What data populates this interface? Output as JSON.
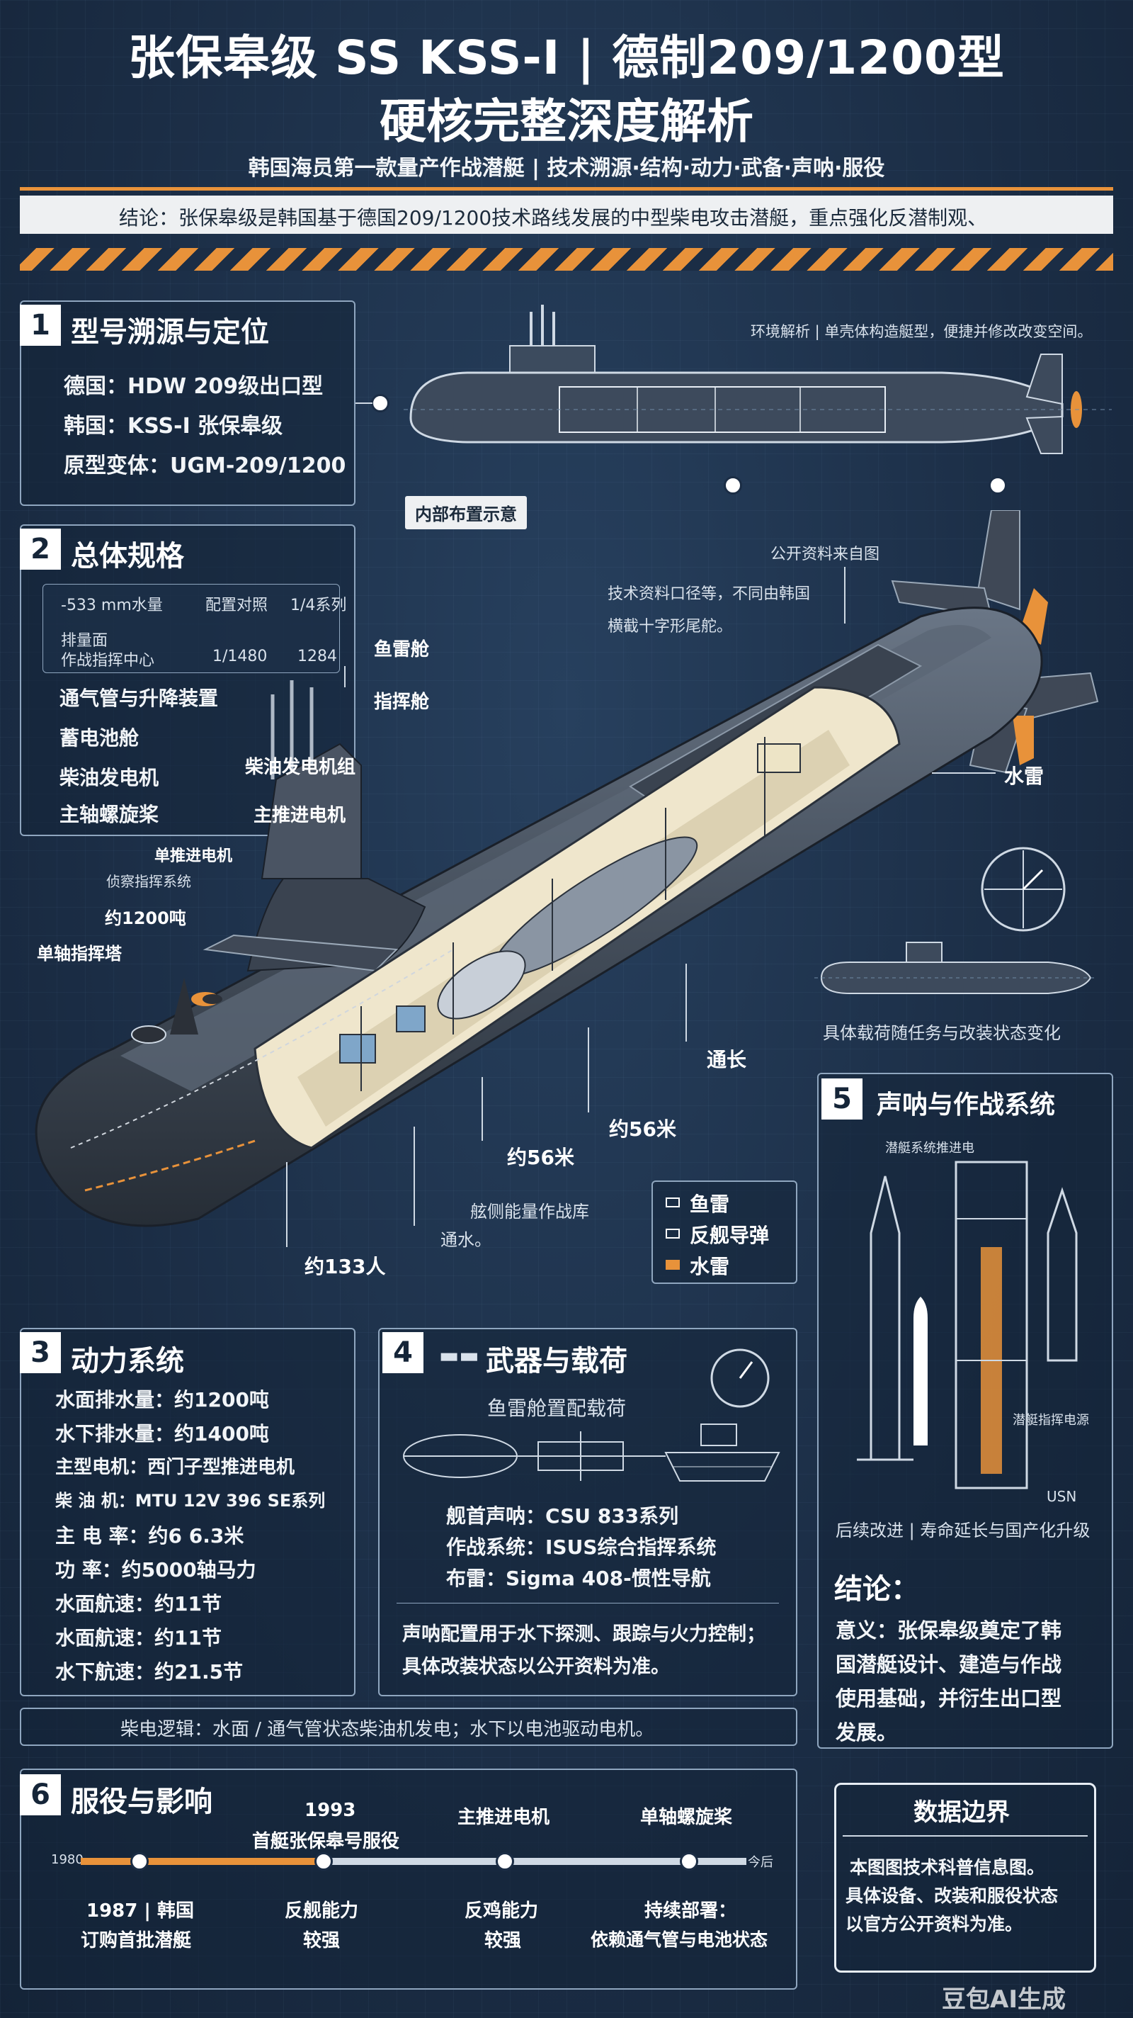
{
  "header": {
    "title_line1": "张保皋级 SS KSS-I | 德制209/1200型",
    "title_line2": "硬核完整深度解析",
    "subtitle": "韩国海员第一款量产作战潜艇 | 技术溯源·结构·动力·武备·声呐·服役",
    "conclusion": "结论：张保皋级是韩国基于德国209/1200技术路线发展的中型柴电攻击潜艇，重点强化反潜制观、"
  },
  "section1": {
    "num": "1",
    "title": "型号溯源与定位",
    "items": [
      "德国：HDW 209级出口型",
      "韩国：KSS-I 张保皋级",
      "原型变体：UGM-209/1200"
    ]
  },
  "top_sub": {
    "caption": "环境解析 | 单壳体构造艇型，便捷并修改改变空间。",
    "tag": "内部布置示意"
  },
  "section2": {
    "num": "2",
    "title": "总体规格",
    "table_row1": [
      "-533 mm水量",
      "配置对照",
      "1/4系列"
    ],
    "table_row2": [
      "排量面",
      "作战指挥中心",
      "1/1480",
      "1284"
    ],
    "items": [
      "通气管与升降装置",
      "蓄电池舱",
      "柴油发电机",
      "主轴螺旋桨"
    ]
  },
  "cutaway_labels": {
    "torpedo_room": "鱼雷舱",
    "command_room": "指挥舱",
    "diesel_gen": "柴油发电机组",
    "main_motor": "主推进电机",
    "single_motor": "单推进电机",
    "sonar_label": "侦察指挥系统",
    "about_1200": "约1200吨",
    "single_axis": "单轴指挥塔",
    "public_source": "公开资料来自图",
    "tech_note": "技术资料口径等，不同由韩国",
    "cross_section": "横截十字形尾舵。",
    "mine": "水雷",
    "length_label": "通长",
    "about_56a": "约56米",
    "about_56b": "约56米",
    "depth_label": "舷侧能量作战库",
    "width_label": "通水。",
    "about_133": "约133人",
    "mission_caption": "具体载荷随任务与改装状态变化"
  },
  "legend": {
    "items": [
      "鱼雷",
      "反舰导弹",
      "水雷"
    ],
    "colors": [
      "#ffffff",
      "#ffffff",
      "#e8923a"
    ]
  },
  "section3": {
    "num": "3",
    "title": "动力系统",
    "items": [
      "水面排水量：约1200吨",
      "水下排水量：约1400吨",
      "主型电机：西门子型推进电机",
      "柴  油  机：MTU 12V 396 SE系列",
      "主  电  率：约6 6.3米",
      "功    率：约5000轴马力",
      "水面航速：约11节",
      "水面航速：约11节",
      "水下航速：约21.5节"
    ]
  },
  "section4": {
    "num": "4",
    "title": "武器与载荷",
    "subhead": "鱼雷舱置配载荷",
    "items": [
      "舰首声呐：CSU 833系列",
      "作战系统：ISUS综合指挥系统",
      "布雷：Sigma 408-惯性导航"
    ],
    "note_line1": "声呐配置用于水下探测、跟踪与火力控制；",
    "note_line2": "具体改装状态以公开资料为准。"
  },
  "diesel_note": "柴电逻辑：水面 / 通气管状态柴油机发电；水下以电池驱动电机。",
  "section5": {
    "num": "5",
    "title": "声呐与作战系统",
    "caption_top": "潜艇系统推进电",
    "caption_side": "潜艇指挥电源",
    "caption_small": "USN",
    "caption_bottom": "后续改进 | 寿命延长与国产化升级",
    "conclusion_title": "结论：",
    "conclusion_text": [
      "意义：张保皋级奠定了韩",
      "国潜艇设计、建造与作战",
      "使用基础，并衍生出口型",
      "发展。"
    ]
  },
  "section6": {
    "num": "6",
    "title": "服役与影响",
    "timeline_left": "1980",
    "timeline_right": "今后",
    "top_labels": [
      {
        "year": "1993",
        "text": "首艇张保皋号服役"
      },
      {
        "year": "",
        "text": "主推进电机"
      },
      {
        "year": "",
        "text": "单轴螺旋桨"
      }
    ],
    "bottom_labels": [
      {
        "line1": "1987 | 韩国",
        "line2": "订购首批潜艇"
      },
      {
        "line1": "反舰能力",
        "line2": "较强"
      },
      {
        "line1": "反鸡能力",
        "line2": "较强"
      },
      {
        "line1": "持续部署：",
        "line2": "依赖通气管与电池状态"
      }
    ]
  },
  "data_boundary": {
    "title": "数据边界",
    "lines": [
      "本图图技术科普信息图。",
      "具体设备、改装和服役状态",
      "以官方公开资料为准。"
    ]
  },
  "watermark": "豆包AI生成",
  "colors": {
    "accent": "#e8923a",
    "navy": "#1b2d45",
    "panel_border": "#8fa6bf"
  }
}
